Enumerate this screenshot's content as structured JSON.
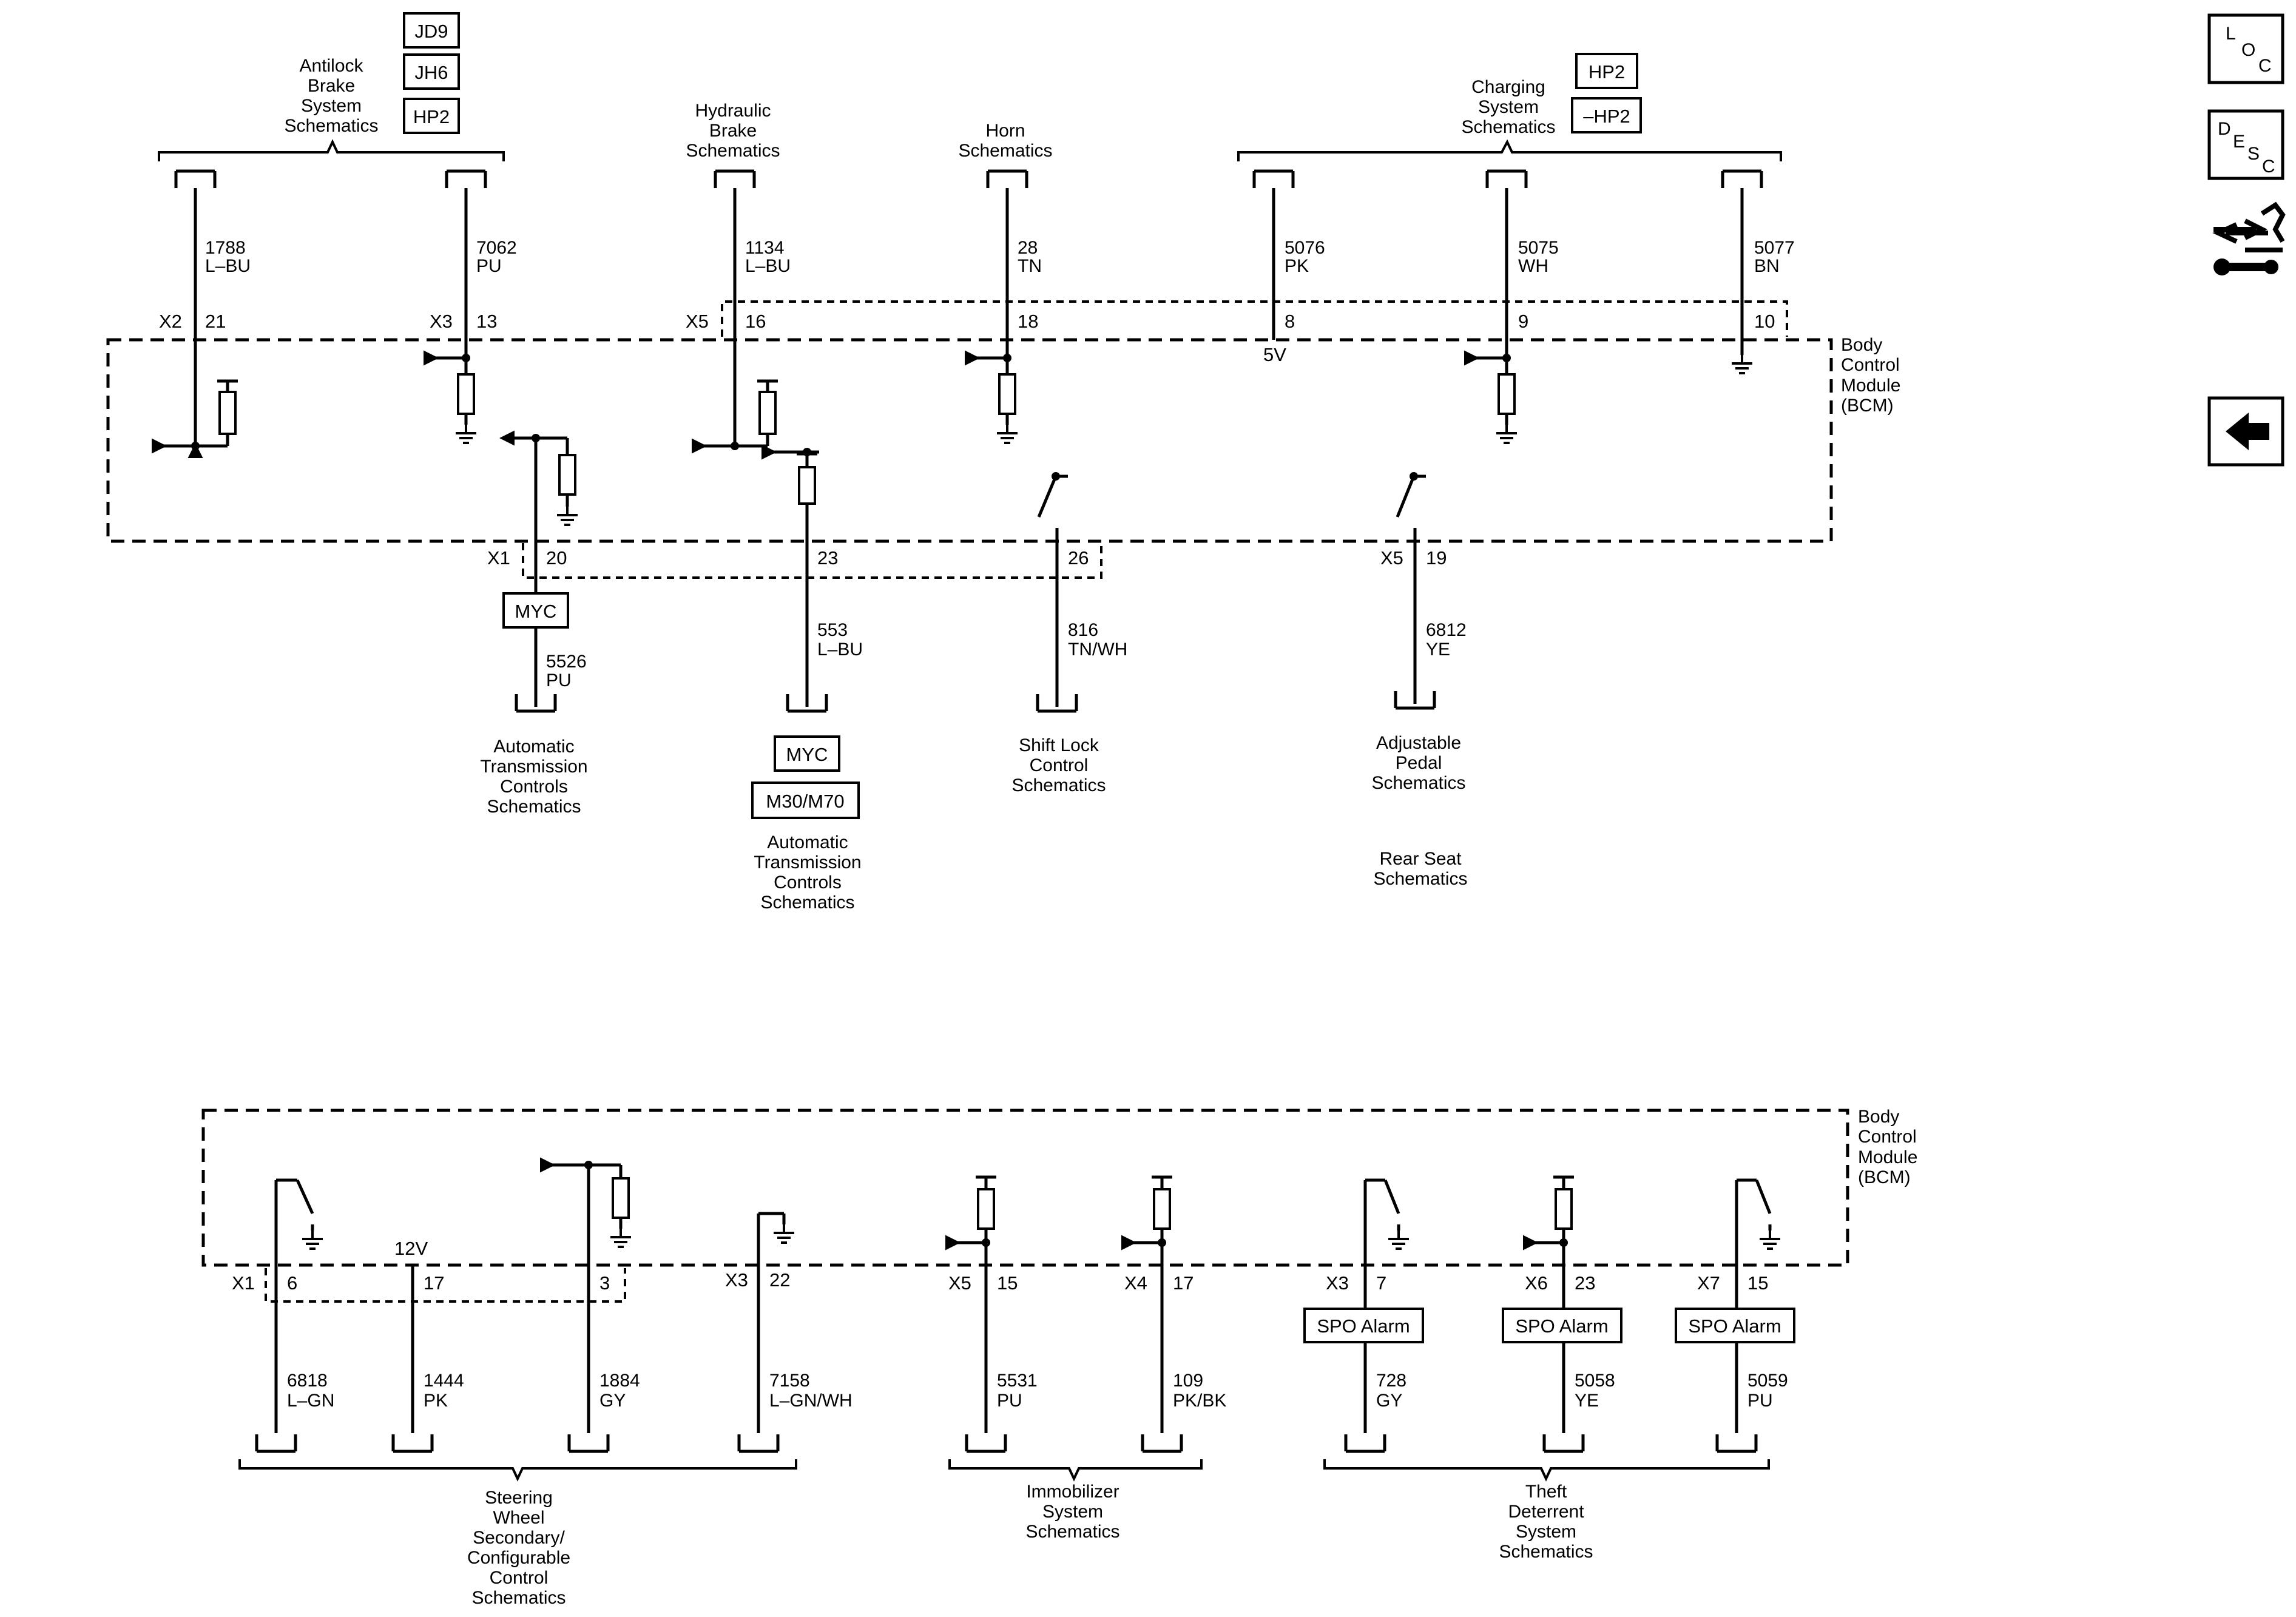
{
  "nav": {
    "loc": [
      "L",
      "O",
      "C"
    ],
    "desc": [
      "D",
      "E",
      "S",
      "C"
    ],
    "connector_icon": "connector-end-view-icon",
    "back_icon": "back-arrow-icon"
  },
  "modules": {
    "bcm_top": [
      "Body",
      "Control",
      "Module",
      "(BCM)"
    ],
    "bcm_bottom": [
      "Body",
      "Control",
      "Module",
      "(BCM)"
    ]
  },
  "top": {
    "abs": {
      "title": [
        "Antilock",
        "Brake",
        "System",
        "Schematics"
      ],
      "options": [
        "JD9",
        "JH6",
        "HP2"
      ],
      "wire1": {
        "circuit": "1788",
        "color": "L–BU",
        "connector": "X2",
        "pin": "21"
      },
      "wire2": {
        "circuit": "7062",
        "color": "PU",
        "connector": "X3",
        "pin": "13"
      }
    },
    "hydraulic": {
      "title": [
        "Hydraulic",
        "Brake",
        "Schematics"
      ],
      "wire": {
        "circuit": "1134",
        "color": "L–BU",
        "connector": "X5",
        "pin": "16"
      }
    },
    "horn": {
      "title": [
        "Horn",
        "Schematics"
      ],
      "wire": {
        "circuit": "28",
        "color": "TN",
        "pin": "18"
      }
    },
    "charging": {
      "title": [
        "Charging",
        "System",
        "Schematics"
      ],
      "options": [
        "HP2",
        "–HP2"
      ],
      "wire1": {
        "circuit": "5076",
        "color": "PK",
        "pin": "8",
        "ref": "5V"
      },
      "wire2": {
        "circuit": "5075",
        "color": "WH",
        "pin": "9"
      },
      "wire3": {
        "circuit": "5077",
        "color": "BN",
        "pin": "10"
      }
    },
    "trans1": {
      "connector": "X1",
      "pin": "20",
      "option": "MYC",
      "circuit": "5526",
      "color": "PU",
      "title": [
        "Automatic",
        "Transmission",
        "Controls",
        "Schematics"
      ]
    },
    "trans2": {
      "pin": "23",
      "circuit": "553",
      "color": "L–BU",
      "options": [
        "MYC",
        "M30/M70"
      ],
      "title": [
        "Automatic",
        "Transmission",
        "Controls",
        "Schematics"
      ]
    },
    "shiftlock": {
      "pin": "26",
      "circuit": "816",
      "color": "TN/WH",
      "title": [
        "Shift Lock",
        "Control",
        "Schematics"
      ]
    },
    "pedal": {
      "connector": "X5",
      "pin": "19",
      "circuit": "6812",
      "color": "YE",
      "title": [
        "Adjustable",
        "Pedal",
        "Schematics"
      ],
      "extra": [
        "Rear Seat",
        "Schematics"
      ]
    }
  },
  "bottom": {
    "steering": {
      "title": [
        "Steering",
        "Wheel",
        "Secondary/",
        "Configurable",
        "Control",
        "Schematics"
      ],
      "wire1": {
        "connector": "X1",
        "pin": "6",
        "circuit": "6818",
        "color": "L–GN"
      },
      "wire2": {
        "pin": "17",
        "circuit": "1444",
        "color": "PK",
        "ref": "12V"
      },
      "wire3": {
        "pin": "3",
        "circuit": "1884",
        "color": "GY"
      },
      "wire4": {
        "connector": "X3",
        "pin": "22",
        "circuit": "7158",
        "color": "L–GN/WH"
      }
    },
    "immobilizer": {
      "title": [
        "Immobilizer",
        "System",
        "Schematics"
      ],
      "wire1": {
        "connector": "X5",
        "pin": "15",
        "circuit": "5531",
        "color": "PU"
      },
      "wire2": {
        "connector": "X4",
        "pin": "17",
        "circuit": "109",
        "color": "PK/BK"
      }
    },
    "theft": {
      "title": [
        "Theft",
        "Deterrent",
        "System",
        "Schematics"
      ],
      "option": "SPO Alarm",
      "wire1": {
        "connector": "X3",
        "pin": "7",
        "circuit": "728",
        "color": "GY"
      },
      "wire2": {
        "connector": "X6",
        "pin": "23",
        "circuit": "5058",
        "color": "YE"
      },
      "wire3": {
        "connector": "X7",
        "pin": "15",
        "circuit": "5059",
        "color": "PU"
      }
    }
  }
}
